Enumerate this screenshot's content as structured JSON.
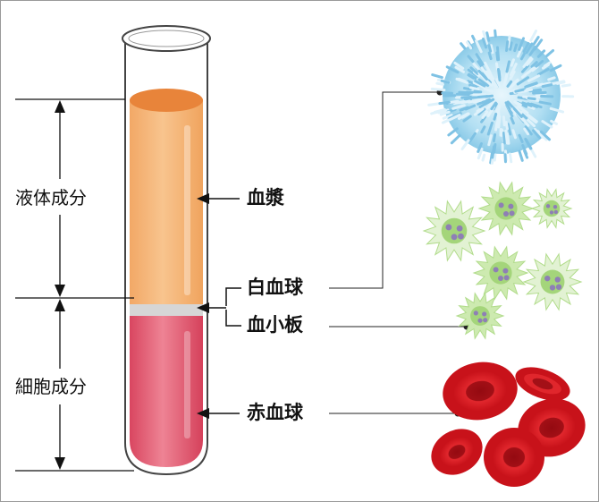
{
  "brackets": {
    "liquid": "液体成分",
    "cellular": "細胞成分"
  },
  "components": {
    "plasma": "血漿",
    "wbc": "白血球",
    "platelet": "血小板",
    "rbc": "赤血球"
  },
  "colors": {
    "plasma": "#f4b57a",
    "plasma_top": "#e8843a",
    "rbc_layer": "#e0526a",
    "buffy": "#d8d8d8",
    "wbc_cell": "#9fd6ee",
    "platelet_cell": "#bfe39a",
    "platelet_dot": "#8e7fb5",
    "rbc_cell": "#d4161e"
  },
  "icons": {
    "wbc": "white-blood-cell-icon",
    "platelet": "platelet-cluster-icon",
    "rbc": "red-blood-cell-icon"
  }
}
